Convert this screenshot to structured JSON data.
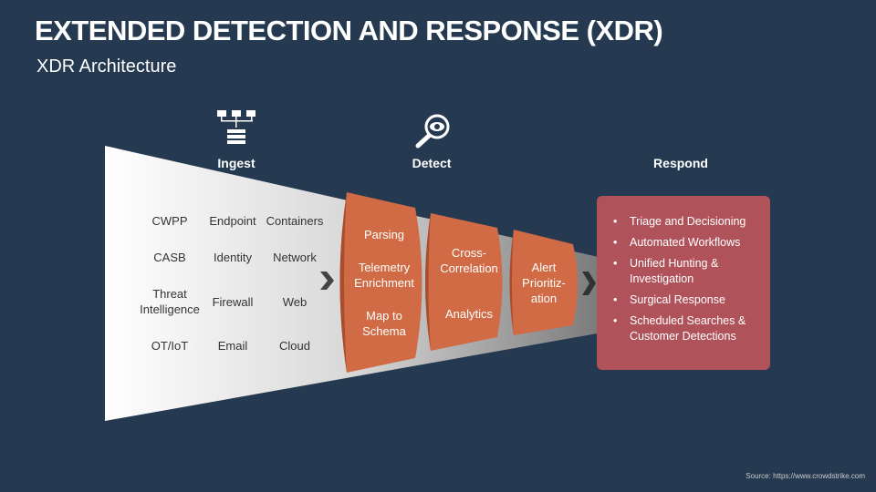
{
  "title": "EXTENDED DETECTION AND RESPONSE (XDR)",
  "subtitle": "XDR Architecture",
  "stages": {
    "ingest": "Ingest",
    "detect": "Detect",
    "respond": "Respond"
  },
  "sources": [
    [
      "CWPP",
      "Endpoint",
      "Containers"
    ],
    [
      "CASB",
      "Identity",
      "Network"
    ],
    [
      "Threat Intelligence",
      "Firewall",
      "Web"
    ],
    [
      "OT/IoT",
      "Email",
      "Cloud"
    ]
  ],
  "barrel1": [
    "Parsing",
    "Telemetry Enrichment",
    "Map to Schema"
  ],
  "barrel2": [
    "Cross-Correlation",
    "Analytics"
  ],
  "barrel3": [
    "Alert Prioritiz-ation"
  ],
  "respond_items": [
    "Triage and Decisioning",
    "Automated Workflows",
    "Unified Hunting & Investigation",
    "Surgical Response",
    "Scheduled Searches & Customer Detections"
  ],
  "source_note": "Source: https://www.crowdstrike.com",
  "colors": {
    "background": "#253951",
    "barrel": "#D06B45",
    "respond": "#B0525A"
  }
}
